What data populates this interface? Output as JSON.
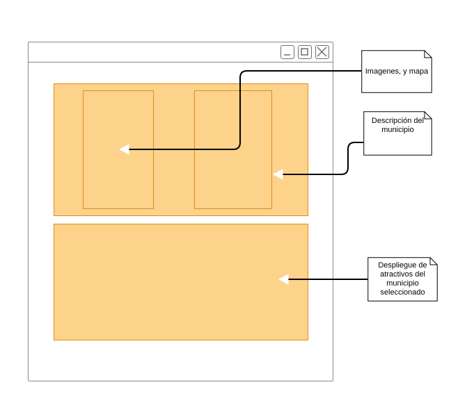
{
  "window": {
    "buttons": [
      "minimize-icon",
      "maximize-icon",
      "close-icon"
    ]
  },
  "colors": {
    "panel_fill": "#fdd28a",
    "panel_border": "#d98f1a",
    "connector": "#000000"
  },
  "notes": {
    "images": "Imagenes, y mapa",
    "description": "Descripción del municipio",
    "attractions": "Despliegue de atractivos del municipio seleccionado"
  }
}
